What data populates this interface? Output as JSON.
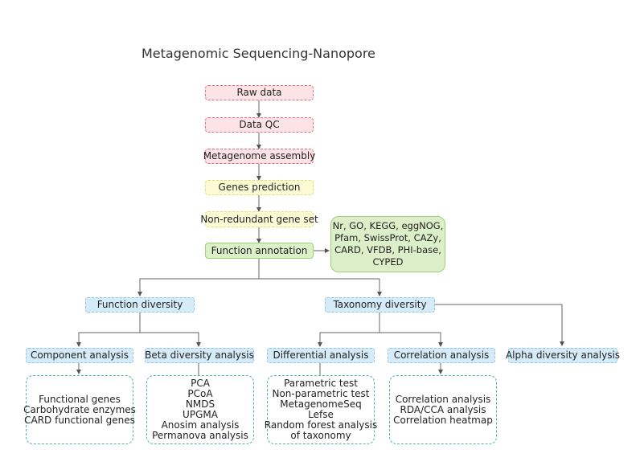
{
  "title": "Metagenomic Sequencing-Nanopore",
  "pipeline": {
    "raw_data": "Raw data",
    "data_qc": "Data QC",
    "assembly": "Metagenome assembly",
    "genes_prediction": "Genes prediction",
    "gene_set": "Non-redundant gene set",
    "function_annotation": "Function annotation"
  },
  "databases": [
    "Nr, GO, KEGG, eggNOG,",
    "Pfam, SwissProt, CAZy,",
    "CARD, VFDB, PHI-base,",
    "CYPED"
  ],
  "diversity": {
    "function": "Function diversity",
    "taxonomy": "Taxonomy diversity"
  },
  "analyses": {
    "component": "Component analysis",
    "beta": "Beta diversity analysis",
    "differential": "Differential analysis",
    "correlation": "Correlation analysis",
    "alpha": "Alpha  diversity analysis"
  },
  "details": {
    "component": [
      "Functional genes",
      "Carbohydrate enzymes",
      "CARD functional genes"
    ],
    "beta": [
      "PCA",
      "PCoA",
      "NMDS",
      "UPGMA",
      "Anosim analysis",
      "Permanova analysis"
    ],
    "differential": [
      "Parametric test",
      "Non-parametric test",
      "MetagenomeSeq",
      "Lefse",
      "Random forest analysis",
      "of taxonomy"
    ],
    "correlation": [
      "Correlation analysis",
      "RDA/CCA analysis",
      "Correlation heatmap"
    ]
  }
}
